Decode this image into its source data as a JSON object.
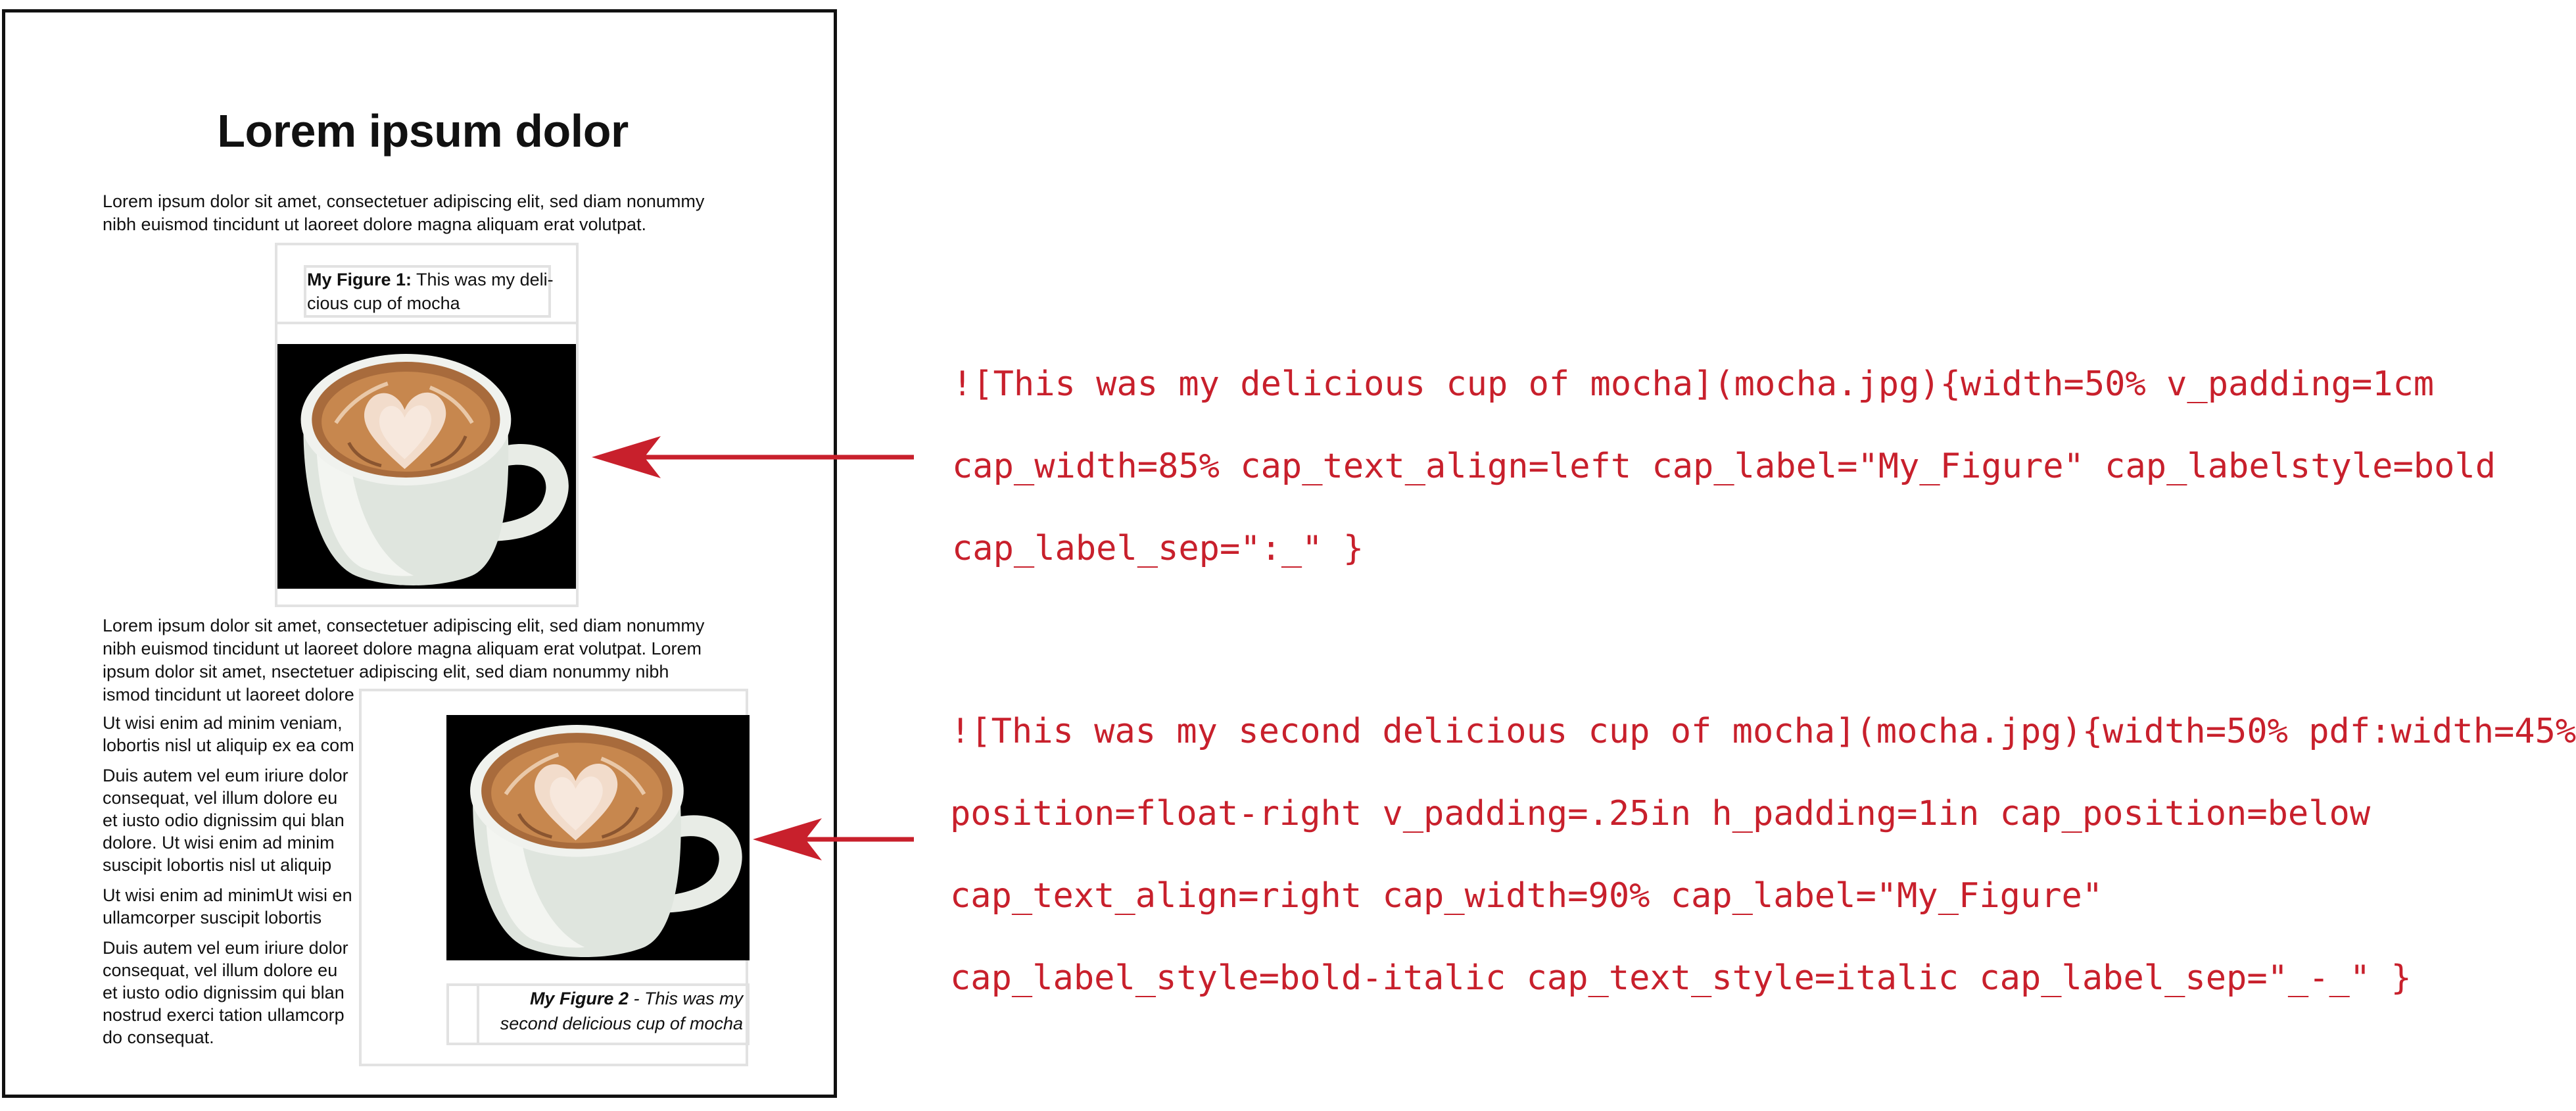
{
  "page": {
    "title": "Lorem ipsum dolor",
    "paragraph1": [
      "Lorem ipsum dolor sit amet, consectetuer adipiscing elit, sed diam nonummy",
      "nibh euismod tincidunt ut laoreet dolore magna aliquam erat volutpat."
    ],
    "figure1": {
      "caption_label": "My Figure 1:",
      "caption_text_line1": " This was my deli-",
      "caption_text_line2": "cious cup of mocha",
      "image_alt": "cup of mocha with heart latte art"
    },
    "paragraph2": [
      "Lorem ipsum dolor sit amet, consectetuer adipiscing elit, sed diam nonummy",
      "nibh euismod tincidunt ut laoreet dolore magna aliquam erat volutpat. Lorem",
      "ipsum dolor sit amet,   nsectetuer adipiscing elit, sed diam nonummy nibh",
      "ismod tincidunt ut laoreet dolore"
    ],
    "wrapped_paragraphs": [
      [
        "Ut wisi enim ad minim veniam,",
        "lobortis nisl ut aliquip ex ea com"
      ],
      [
        "Duis autem vel eum iriure dolor",
        "consequat, vel illum dolore eu",
        "et iusto odio dignissim qui blan",
        "dolore. Ut wisi enim ad minim",
        "suscipit lobortis nisl ut aliquip"
      ],
      [
        "Ut wisi enim ad minimUt wisi en",
        "ullamcorper suscipit lobortis"
      ],
      [
        "Duis autem vel eum iriure dolor",
        "consequat, vel illum dolore eu",
        "et iusto odio dignissim qui blan",
        "nostrud exerci tation ullamcorp",
        "do consequat."
      ]
    ],
    "figure2": {
      "caption_label": "My Figure 2",
      "caption_sep": " - ",
      "caption_text_line1": "This was my",
      "caption_text_line2": "second delicious cup of mocha",
      "image_alt": "cup of mocha with heart latte art"
    }
  },
  "annotations": {
    "code1": [
      "![This was my delicious cup of mocha](mocha.jpg){width=50% v_padding=1cm",
      "cap_width=85% cap_text_align=left cap_label=\"My_Figure\" cap_labelstyle=bold",
      "cap_label_sep=\":_\" }"
    ],
    "code2": [
      "![This was my second delicious cup of mocha](mocha.jpg){width=50% pdf:width=45%",
      "position=float-right v_padding=.25in h_padding=1in cap_position=below",
      "cap_text_align=right cap_width=90% cap_label=\"My_Figure\"",
      "cap_label_style=bold-italic cap_text_style=italic cap_label_sep=\"_-_\" }"
    ]
  },
  "colors": {
    "annotation_red": "#c8202c",
    "page_border": "#111111",
    "frame_gray": "#e2e2e2",
    "cup_background": "#000000"
  }
}
